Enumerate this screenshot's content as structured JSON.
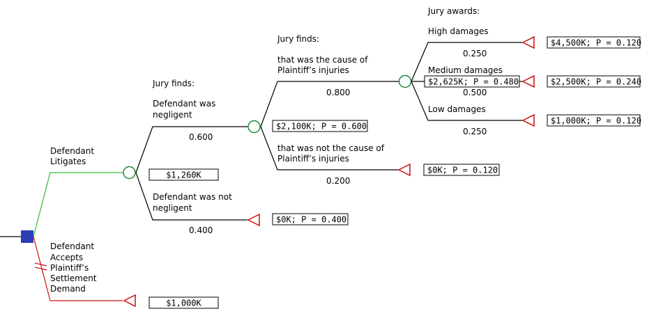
{
  "colors": {
    "decision_node": "#2a3fb5",
    "chance_node": "#1a8a3a",
    "terminal_node": "#cc1111",
    "chosen_branch": "#33bb33",
    "rejected_branch": "#cc1111",
    "branch": "#000000"
  },
  "decision": {
    "icon": "decision-square-icon",
    "branches": {
      "litigate": {
        "label_line1": "Defendant",
        "label_line2": "Litigates",
        "value": "$1,260K"
      },
      "settle": {
        "label_line1": "Defendant",
        "label_line2": "Accepts",
        "label_line3": "Plaintiff’s",
        "label_line4": "Settlement",
        "label_line5": "Demand",
        "value": "$1,000K"
      }
    }
  },
  "negligence": {
    "heading": "Jury finds:",
    "negligent": {
      "label_line1": "Defendant was",
      "label_line2": "negligent",
      "prob": "0.600",
      "value": "$2,100K; P = 0.600"
    },
    "not_negligent": {
      "label_line1": "Defendant was not",
      "label_line2": "negligent",
      "prob": "0.400",
      "value": "$0K; P = 0.400"
    }
  },
  "causation": {
    "heading": "Jury finds:",
    "cause": {
      "label_line1": "that was the cause of",
      "label_line2": "Plaintiff’s injuries",
      "prob": "0.800",
      "value": "$2,625K; P = 0.480"
    },
    "not_cause": {
      "label_line1": "that was not the cause of",
      "label_line2": "Plaintiff’s injuries",
      "prob": "0.200",
      "value": "$0K; P = 0.120"
    }
  },
  "damages": {
    "heading": "Jury awards:",
    "high": {
      "label": "High damages",
      "prob": "0.250",
      "value": "$4,500K; P = 0.120"
    },
    "medium": {
      "label": "Medium damages",
      "prob": "0.500",
      "value": "$2,500K; P = 0.240"
    },
    "low": {
      "label": "Low damages",
      "prob": "0.250",
      "value": "$1,000K; P = 0.120"
    }
  }
}
